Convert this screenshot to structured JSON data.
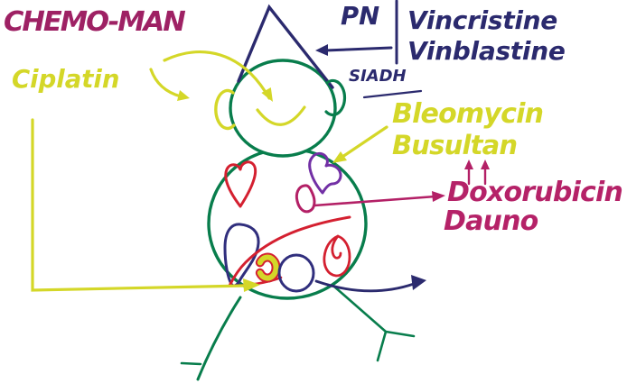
{
  "title": "CHEMO-MAN",
  "labels": {
    "ciplatin": "Ciplatin",
    "pn": "PN",
    "vincristine": "Vincristine",
    "vinblastine": "Vinblastine",
    "siadh": "SIADH",
    "bleomycin": "Bleomycin",
    "busultan": "Busultan",
    "doxorubicin": "Doxorubicin",
    "dauno": "Dauno"
  },
  "palette": {
    "background": "#ffffff",
    "title_magenta": "#9e2164",
    "yellow": "#d4d728",
    "navy": "#2b2a6e",
    "green": "#087d4c",
    "red": "#d42030",
    "crimson": "#b52268",
    "magenta": "#b32066",
    "purple": "#7230a5",
    "organ_blue": "#302e7d"
  }
}
